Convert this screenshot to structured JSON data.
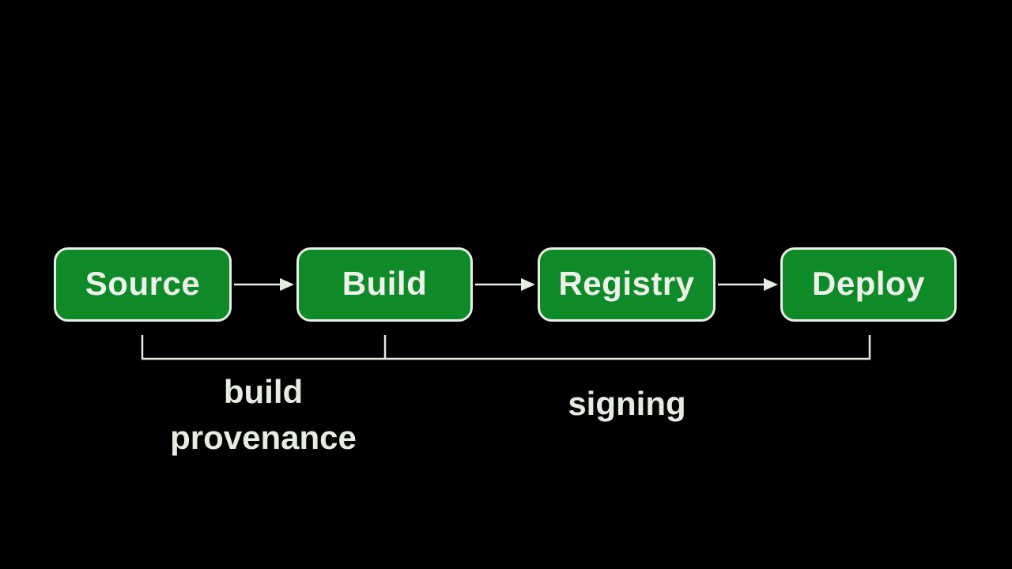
{
  "slide": {
    "background": "#000000",
    "nodes": [
      {
        "id": "source",
        "label": "Source"
      },
      {
        "id": "build",
        "label": "Build"
      },
      {
        "id": "registry",
        "label": "Registry"
      },
      {
        "id": "deploy",
        "label": "Deploy"
      }
    ],
    "arrows": [
      {
        "from": "Source",
        "to": "Build"
      },
      {
        "from": "Build",
        "to": "Registry"
      },
      {
        "from": "Registry",
        "to": "Deploy"
      }
    ],
    "annotations": [
      {
        "id": "build-provenance",
        "label": "build provenance",
        "spans": "Source to Build"
      },
      {
        "id": "signing",
        "label": "signing",
        "spans": "Build to Deploy"
      }
    ],
    "colors": {
      "background": "#000000",
      "node_fill": "#0f8a28",
      "node_border": "#e9eee6",
      "node_text": "#eef1ea",
      "connector": "#e7ece3",
      "annotation_text": "#e7ece3"
    }
  }
}
